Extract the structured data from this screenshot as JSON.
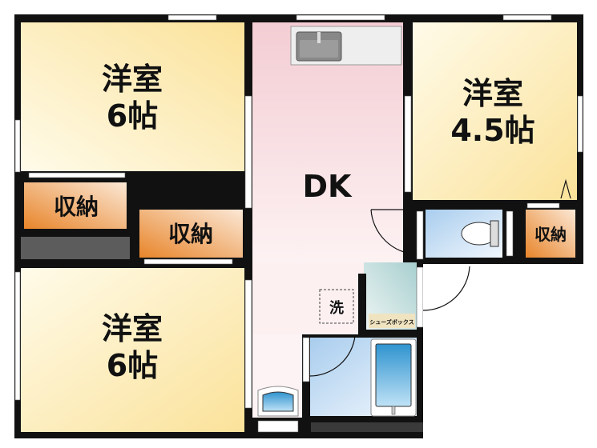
{
  "rooms": {
    "western_top_left": {
      "name": "洋室",
      "size": "6帖"
    },
    "western_bottom_left": {
      "name": "洋室",
      "size": "6帖"
    },
    "western_right": {
      "name": "洋室",
      "size": "4.5帖"
    },
    "dk": {
      "name": "DK"
    },
    "closet_left": {
      "name": "収納"
    },
    "closet_middle": {
      "name": "収納"
    },
    "closet_right": {
      "name": "収納"
    },
    "washer": {
      "name": "洗"
    },
    "shoe_box": {
      "name": "シューズボックス"
    }
  },
  "colors": {
    "wall": "#111111",
    "western_room": "#fbe7a0",
    "dk": "#f6d5da",
    "closet": "#e8903a",
    "wet_area": "#b9d6ef",
    "shoe_area": "#b7d6d6"
  }
}
